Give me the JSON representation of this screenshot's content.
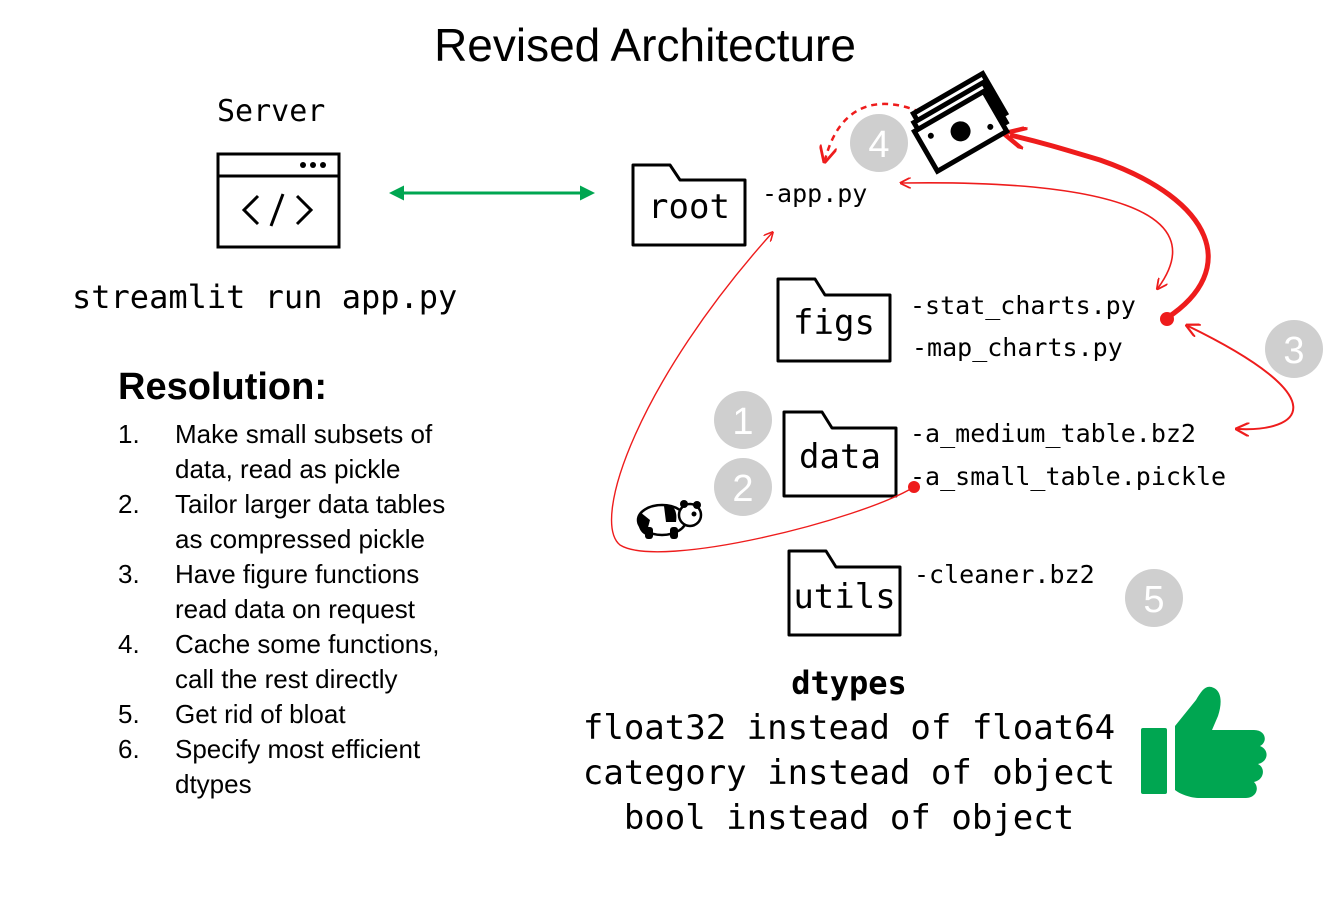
{
  "title": "Revised Architecture",
  "server": {
    "label": "Server",
    "command": "streamlit run app.py"
  },
  "resolution": {
    "title": "Resolution:",
    "items": [
      {
        "num": "1.",
        "text": "Make small subsets of data, read as pickle"
      },
      {
        "num": "2.",
        "text": "Tailor larger data tables as compressed pickle"
      },
      {
        "num": "3.",
        "text": "Have figure functions read data on request"
      },
      {
        "num": "4.",
        "text": "Cache some functions, call the rest directly"
      },
      {
        "num": "5.",
        "text": "Get rid of bloat"
      },
      {
        "num": "6.",
        "text": "Specify most efficient dtypes"
      }
    ]
  },
  "folders": {
    "root": {
      "label": "root",
      "files": [
        "-app.py"
      ]
    },
    "figs": {
      "label": "figs",
      "files": [
        "-stat_charts.py",
        "-map_charts.py"
      ]
    },
    "data": {
      "label": "data",
      "files": [
        "-a_medium_table.bz2",
        "-a_small_table.pickle"
      ]
    },
    "utils": {
      "label": "utils",
      "files": [
        "-cleaner.bz2"
      ]
    }
  },
  "steps": [
    "1",
    "2",
    "3",
    "4",
    "5"
  ],
  "dtypes": {
    "title": "dtypes",
    "lines": [
      "float32 instead of float64",
      "category instead of object",
      "bool instead of object"
    ]
  },
  "colors": {
    "green": "#00a651",
    "red": "#ee1c1c",
    "badge": "#cfcfcf"
  },
  "icons": [
    "code-window-icon",
    "folder-icon",
    "money-icon",
    "panda-icon",
    "thumbs-up-icon"
  ]
}
